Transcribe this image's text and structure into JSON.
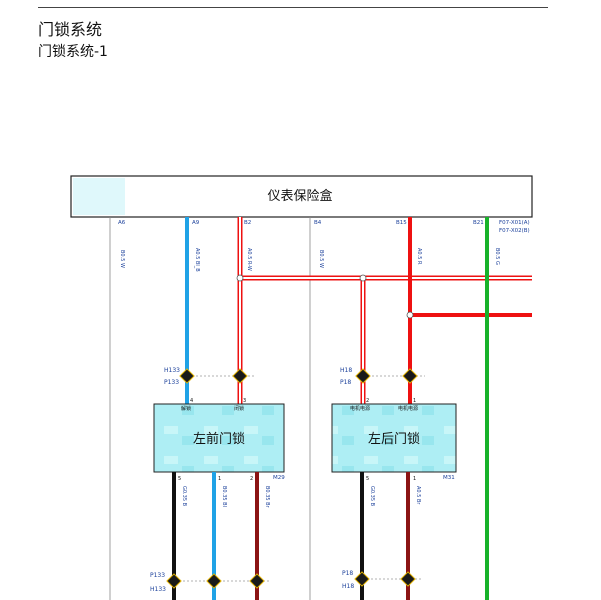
{
  "page": {
    "title": "门锁系统",
    "subtitle": "门锁系统-1"
  },
  "fuse_box": {
    "label": "仪表保险盒",
    "pins": [
      "A6",
      "A9",
      "B2",
      "B4",
      "B15",
      "B21"
    ],
    "connector_refs": [
      "F07-X01(A)",
      "F07-X02(B)"
    ]
  },
  "wires_top": [
    "B0.5 W",
    "A0.5 Bl_B",
    "A0.5 R-W",
    "B0.5 W",
    "A0.5 R",
    "B0.5 G"
  ],
  "connectors": {
    "h133": "H133",
    "p133": "P133",
    "h18": "H18",
    "p18": "P18"
  },
  "left_lock": {
    "label": "左前门锁",
    "ref": "M29",
    "pin_top_a": "4",
    "pin_top_b": "3",
    "pin_label_a": "解锁",
    "pin_label_b": "闭锁",
    "pin_bot_a": "5",
    "pin_bot_b": "1",
    "pin_bot_c": "2",
    "wire_a": "G0.35 B",
    "wire_b": "B0.35 Bl",
    "wire_c": "B0.35 Br"
  },
  "right_lock": {
    "label": "左后门锁",
    "ref": "M31",
    "pin_top_a": "2",
    "pin_top_b": "1",
    "pin_label_a": "电机电源",
    "pin_label_b": "电机电源",
    "pin_bot_a": "5",
    "pin_bot_b": "1",
    "wire_a": "G0.35 B",
    "wire_b": "A0.5 Br"
  },
  "colors": {
    "blue": "#1fa2e6",
    "red": "#ee1111",
    "green": "#18b22a",
    "black": "#111111",
    "darkred": "#8b1414",
    "component_fill": "#aeeef4"
  }
}
